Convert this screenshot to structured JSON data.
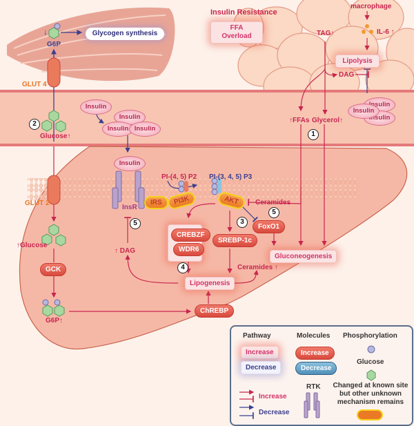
{
  "header": {
    "title": "Insulin Resistance",
    "ffa_overload": "FFA Overload"
  },
  "muscle": {
    "g6p": "G6P",
    "glycogen_synthesis": "Glycogen synthesis",
    "glut4": "GLUT 4",
    "glucose": "Glucose"
  },
  "adipose": {
    "macrophage": "macrophage",
    "il6": "IL-6",
    "tag": "TAG",
    "lipolysis": "Lipolysis",
    "dag": "DAG",
    "ffas": "FFAs",
    "glycerol": "Glycerol",
    "insulin": [
      "Insulin",
      "Insulin",
      "Insulin"
    ]
  },
  "blood": {
    "insulin_single": "Insulin",
    "insulin_cluster": [
      "Insulin",
      "Insulin",
      "Insulin"
    ]
  },
  "liver": {
    "glut2": "GLUT 2",
    "glucose": "Glucose",
    "gck": "GCK",
    "g6p": "G6P",
    "insulin": "Insulin",
    "insr": "InsR",
    "irs": "IRS",
    "pi3k": "PI3K",
    "pip2": "PI-(4, 5) P2",
    "pip3": "PI-(3, 4, 5) P3",
    "akt": "AKT",
    "ceramides_membrane": "Ceramides",
    "foxo1": "FoxO1",
    "crebzf": "CREBZF",
    "wdr6": "WDR6",
    "srebp1c": "SREBP-1c",
    "gluconeogenesis": "Gluconeogenesis",
    "lipogenesis": "Lipogenesis",
    "ceramides": "Ceramides",
    "dag": "DAG",
    "chrebp": "ChREBP"
  },
  "markers": [
    "1",
    "2",
    "3",
    "4",
    "5",
    "5"
  ],
  "up_arrow": "↑",
  "down_arrow": "↓",
  "legend": {
    "pathway_header": "Pathway",
    "molecules_header": "Molecules",
    "phosphorylation_header": "Phosphorylation",
    "pathway_increase": "Increase",
    "pathway_decrease": "Decrease",
    "molecule_increase": "Increase",
    "molecule_decrease": "Decrease",
    "glucose": "Glucose",
    "arrow_increase": "Increase",
    "arrow_decrease": "Decrease",
    "rtk": "RTK",
    "unknown_mechanism": "Changed at known site but other unknown mechanism remains"
  },
  "colors": {
    "increase": "#c8254f",
    "decrease": "#3b3f8f",
    "molecule_increase": "#e05a4a",
    "molecule_decrease": "#5a9cc4",
    "unknown_fill": "#ea7a26",
    "unknown_border": "#f5d21b",
    "glut": "#e8762a"
  }
}
